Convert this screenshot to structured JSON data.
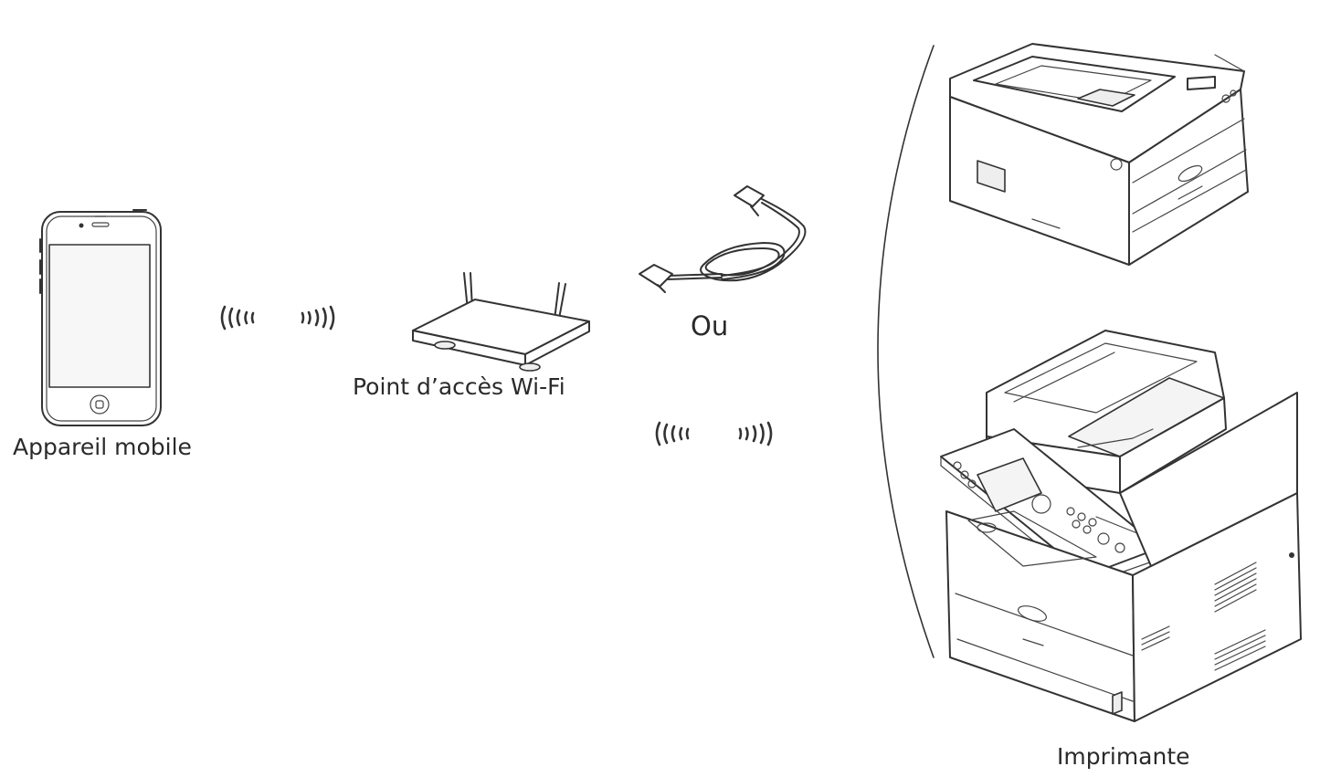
{
  "labels": {
    "mobile": "Appareil mobile",
    "access_point": "Point d’accès Wi-Fi",
    "or": "Ou",
    "printer": "Imprimante"
  },
  "icons": [
    "smartphone-icon",
    "wireless-signal-icon",
    "wifi-router-icon",
    "ethernet-cable-icon",
    "laser-printer-icon",
    "multifunction-printer-icon"
  ]
}
